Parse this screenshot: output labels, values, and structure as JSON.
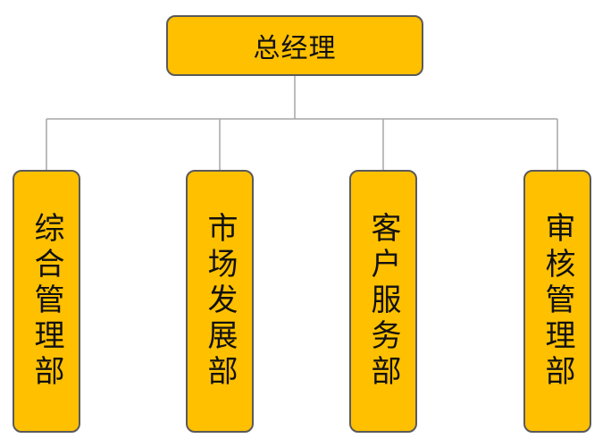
{
  "org_chart": {
    "root": {
      "label": "总经理"
    },
    "departments": [
      {
        "label": "综合管理部"
      },
      {
        "label": "市场发展部"
      },
      {
        "label": "客户服务部"
      },
      {
        "label": "审核管理部"
      }
    ]
  },
  "colors": {
    "box_fill": "#FFC000",
    "box_border": "#5A5A5A",
    "connector": "#A6A6A6",
    "text": "#111111"
  }
}
